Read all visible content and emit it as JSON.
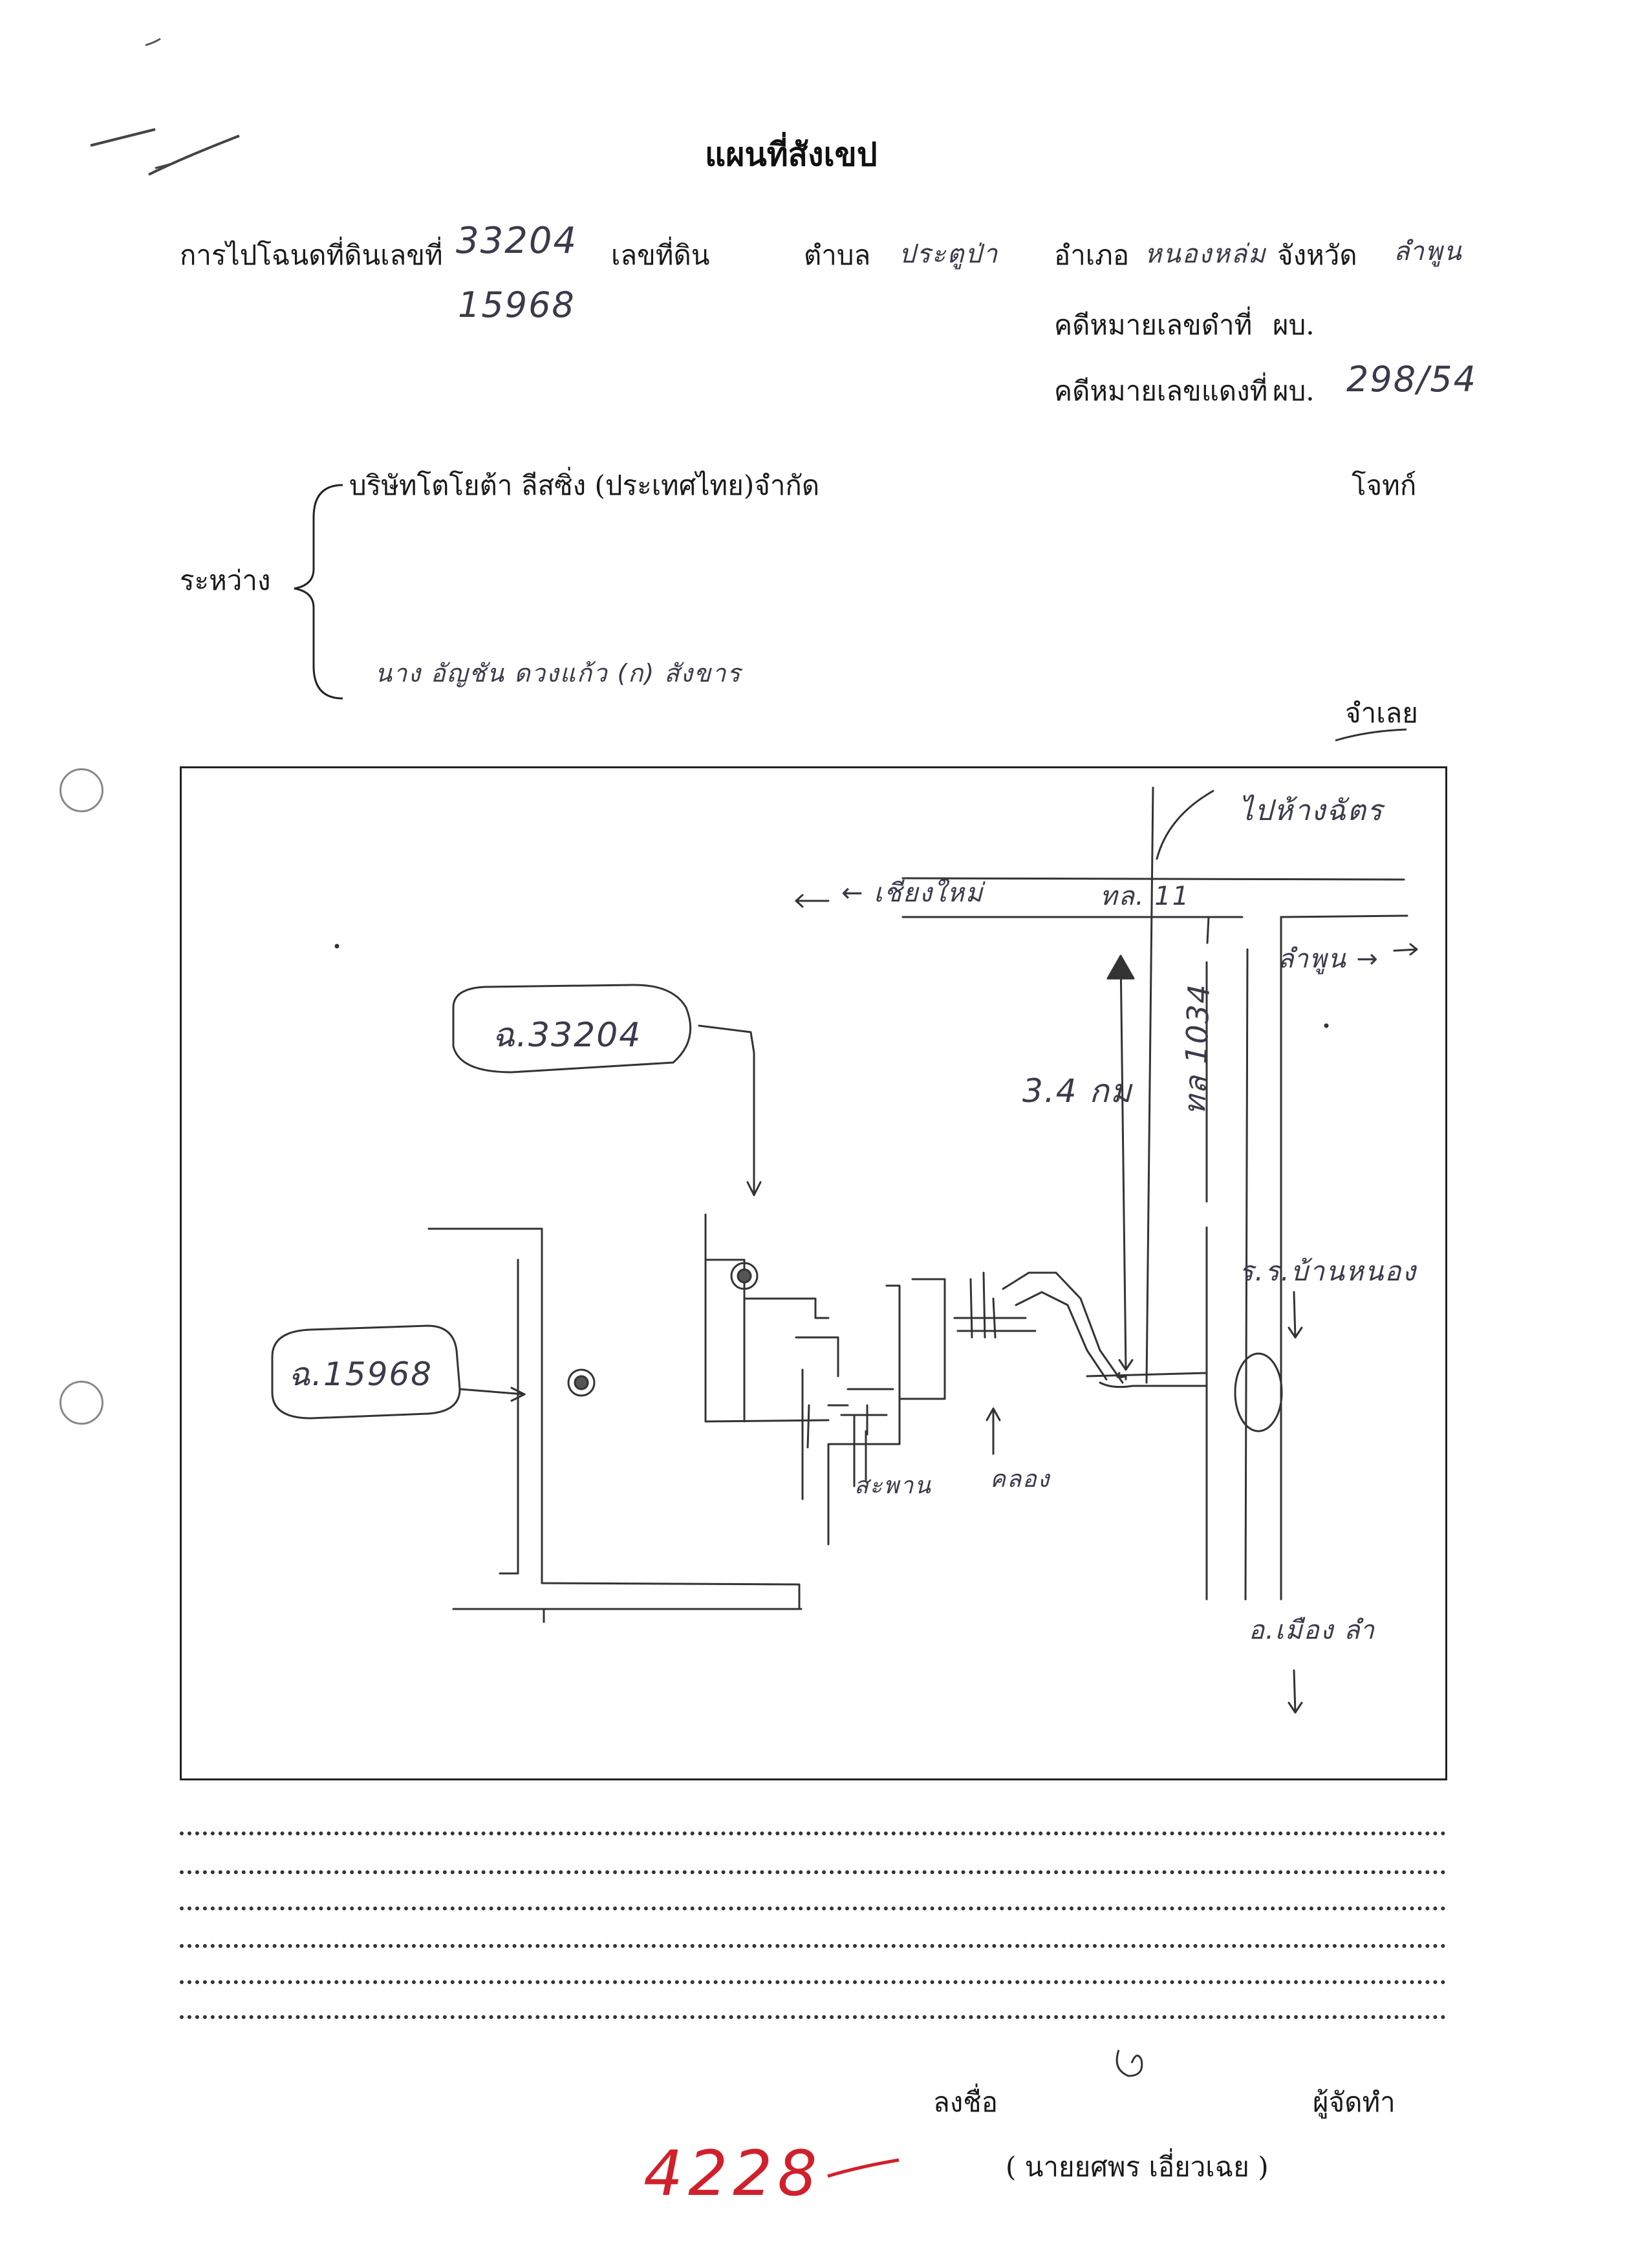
{
  "header": {
    "title": "แผนที่สังเขป"
  },
  "deed_line": {
    "deed_label": "การไปโฉนดที่ดินเลขที่",
    "deed_no": "33204",
    "deed_no_2": "15968",
    "land_no_label": "เลขที่ดิน",
    "tambon_label": "ตำบล",
    "tambon_value": "ประตูป่า",
    "amphoe_label": "อำเภอ",
    "amphoe_value": "หนองหล่ม",
    "province_label": "จังหวัด",
    "province_value": "ลำพูน"
  },
  "case": {
    "black_case_label": "คดีหมายเลขดำที่",
    "black_case_prefix": "ผบ.",
    "red_case_label": "คดีหมายเลขแดงที่",
    "red_case_prefix": "ผบ.",
    "red_case_value": "298/54"
  },
  "parties": {
    "between_label": "ระหว่าง",
    "plaintiff_name": "บริษัทโตโยต้า ลีสซิ่ง (ประเทศไทย)จำกัด",
    "plaintiff_role": "โจทก์",
    "defendant_name": "นาง อัญชัน ดวงแก้ว (ก) สังขาร",
    "defendant_role": "จำเลย"
  },
  "map": {
    "top_left_label": "← เชียงใหม่",
    "highway_label": "ทล. 11",
    "top_right_label": "ไปห้างฉัตร",
    "right_arrow_label": "ลำพูน →",
    "distance_label": "3.4 กม",
    "road_label": "ทล 1034",
    "school_label": "ร.ร.บ้านหนอง",
    "bottom_right_label": "อ.เมือง ลำ",
    "deed_bubble_1": "ฉ.33204",
    "deed_bubble_2": "ฉ.15968",
    "label_a": "สะพาน",
    "label_b": "คลอง"
  },
  "footer": {
    "sign_label": "ลงชื่อ",
    "preparer_label": "ผู้จัดทำ",
    "signer_name": "( นายยศพร เอี่ยวเฉย )",
    "page_number": "4228"
  }
}
